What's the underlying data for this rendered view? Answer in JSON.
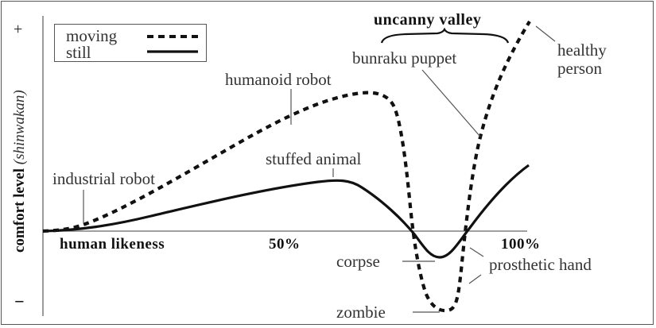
{
  "chart_data": {
    "type": "line",
    "title": "uncanny valley",
    "xlabel": "human likeness",
    "ylabel": "comfort level",
    "ylabel_italic": "(shinwakan)",
    "x_ticks": [
      "50%",
      "100%"
    ],
    "y_ticks": [
      "+",
      "−"
    ],
    "xlim": [
      0,
      100
    ],
    "ylim": [
      -1,
      1
    ],
    "legend": {
      "position": "upper-left",
      "entries": [
        {
          "label": "moving",
          "style": "dashed"
        },
        {
          "label": "still",
          "style": "solid"
        }
      ]
    },
    "series": [
      {
        "name": "moving",
        "style": "dashed",
        "x": [
          0,
          10,
          25,
          45,
          58,
          68,
          73,
          78,
          82,
          85,
          88,
          90,
          92,
          96,
          100
        ],
        "y": [
          0,
          0.04,
          0.2,
          0.46,
          0.6,
          0.66,
          0.6,
          0.0,
          -0.5,
          -0.78,
          -0.76,
          0.0,
          0.4,
          0.72,
          1.0
        ]
      },
      {
        "name": "still",
        "style": "solid",
        "x": [
          0,
          20,
          40,
          58,
          64,
          72,
          78,
          82,
          88,
          95,
          100
        ],
        "y": [
          0,
          0.08,
          0.2,
          0.24,
          0.22,
          0.0,
          -0.24,
          -0.22,
          0.0,
          0.2,
          0.32
        ]
      }
    ],
    "annotations": [
      {
        "text": "industrial robot",
        "series": "moving",
        "x": 10,
        "y": 0.04
      },
      {
        "text": "humanoid robot",
        "series": "moving",
        "x": 44,
        "y": 0.44
      },
      {
        "text": "stuffed animal",
        "series": "still",
        "x": 61,
        "y": 0.24
      },
      {
        "text": "bunraku puppet",
        "series": "moving",
        "x": 90,
        "y": 0.42
      },
      {
        "text": "healthy person",
        "series": "moving",
        "x": 100,
        "y": 1.0
      },
      {
        "text": "corpse",
        "series": "still",
        "x": 80,
        "y": -0.26
      },
      {
        "text": "zombie",
        "series": "moving",
        "x": 84,
        "y": -0.78
      },
      {
        "text": "prosthetic hand",
        "series": "both",
        "x": 89,
        "y": -0.2
      }
    ],
    "grid": false
  },
  "labels": {
    "title": "uncanny valley",
    "legend_moving": "moving",
    "legend_still": "still",
    "ylabel_main": "comfort level ",
    "ylabel_italic": "(shinwakan)",
    "y_plus": "+",
    "y_minus": "−",
    "xlabel": "human likeness",
    "x_50": "50%",
    "x_100": "100%",
    "industrial_robot": "industrial robot",
    "humanoid_robot": "humanoid robot",
    "stuffed_animal": "stuffed animal",
    "bunraku_puppet": "bunraku puppet",
    "healthy": "healthy",
    "person": "person",
    "corpse": "corpse",
    "zombie": "zombie",
    "prosthetic_hand": "prosthetic hand"
  }
}
